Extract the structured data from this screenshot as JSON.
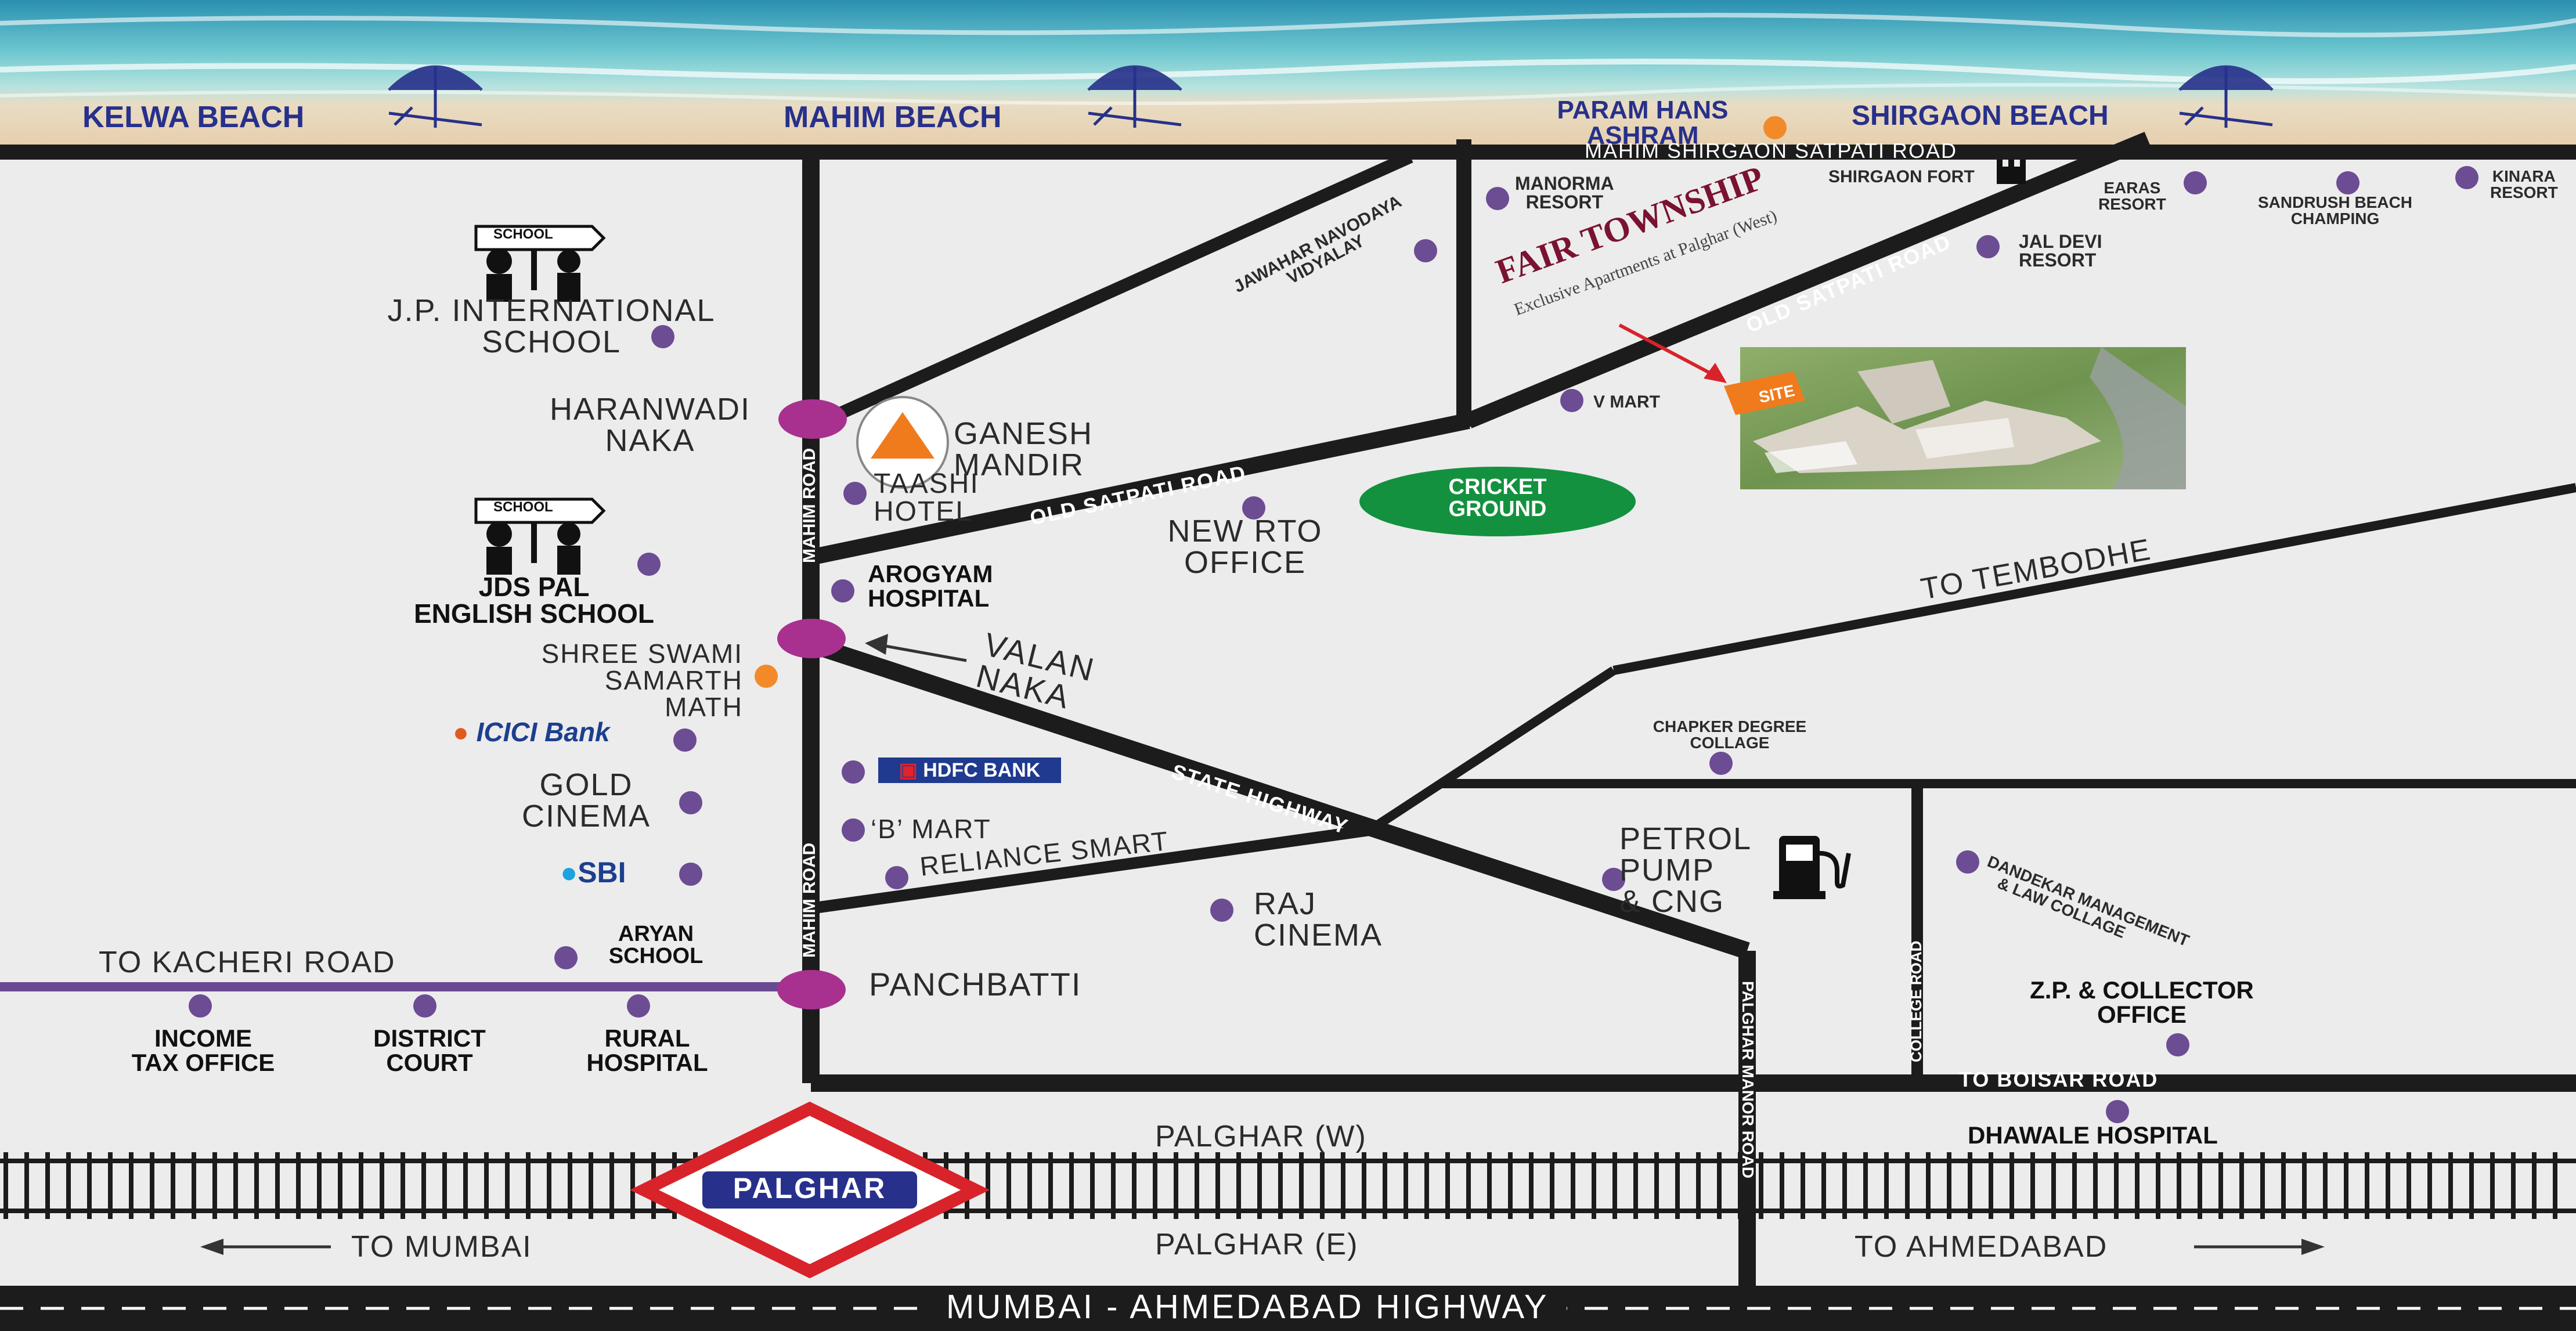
{
  "beaches": [
    {
      "id": "kelwa",
      "label": "KELWA BEACH"
    },
    {
      "id": "mahim",
      "label": "MAHIM BEACH"
    },
    {
      "id": "shirgaon",
      "label": "SHIRGAON BEACH"
    }
  ],
  "top": {
    "ashram": [
      "PARAM HANS",
      "ASHRAM"
    ],
    "road_top": "MAHIM SHIRGAON SATPATI ROAD"
  },
  "places": {
    "manorma": [
      "MANORMA",
      "RESORT"
    ],
    "shirgaon_fort": "SHIRGAON FORT",
    "earas": [
      "EARAS",
      "RESORT"
    ],
    "sandrush": [
      "SANDRUSH BEACH",
      "CHAMPING"
    ],
    "kinara": [
      "KINARA",
      "RESORT"
    ],
    "jal_devi": [
      "JAL DEVI",
      "RESORT"
    ],
    "jawahar": [
      "JAWAHAR NAVODAYA",
      "VIDYALAY"
    ],
    "vmart": "V MART",
    "site": "SITE",
    "jp_school": [
      "J.P. INTERNATIONAL",
      "SCHOOL"
    ],
    "haranwadi": [
      "HARANWADI",
      "NAKA"
    ],
    "ganesh": [
      "GANESH",
      "MANDIR"
    ],
    "taashi": [
      "TAASHI",
      "HOTEL"
    ],
    "new_rto": [
      "NEW RTO",
      "OFFICE"
    ],
    "cricket": [
      "CRICKET",
      "GROUND"
    ],
    "jds": [
      "JDS PAL",
      "ENGLISH SCHOOL"
    ],
    "arogyam": [
      "AROGYAM",
      "HOSPITAL"
    ],
    "shree_swami": [
      "SHREE SWAMI",
      "SAMARTH",
      "MATH"
    ],
    "valan": [
      "VALAN",
      "NAKA"
    ],
    "icici": "ICICI Bank",
    "hdfc": "HDFC BANK",
    "gold": [
      "GOLD",
      "CINEMA"
    ],
    "b_mart": "‘B’ MART",
    "reliance": "RELIANCE SMART",
    "sbi": "SBI",
    "aryan": [
      "ARYAN",
      "SCHOOL"
    ],
    "raj": [
      "RAJ",
      "CINEMA"
    ],
    "petrol": [
      "PETROL",
      "PUMP",
      "& CNG"
    ],
    "chapker": [
      "CHAPKER DEGREE",
      "COLLAGE"
    ],
    "dandekar": [
      "DANDEKAR MANAGEMENT",
      "& LAW COLLAGE"
    ],
    "zp": [
      "Z.P. & COLLECTOR",
      "OFFICE"
    ],
    "panchbatti": "PANCHBATTI",
    "income_tax": [
      "INCOME",
      "TAX OFFICE"
    ],
    "district": [
      "DISTRICT",
      "COURT"
    ],
    "rural": [
      "RURAL",
      "HOSPITAL"
    ],
    "dhawale": "DHAWALE HOSPITAL",
    "school_sign": "SCHOOL"
  },
  "roads": {
    "old_satpati_1": "OLD SATPATI ROAD",
    "old_satpati_2": "OLD SATPATI ROAD",
    "mahim_road_1": "MAHIM ROAD",
    "mahim_road_2": "MAHIM ROAD",
    "state_highway": "STATE HIGHWAY",
    "to_tembodhe": "TO TEMBODHE",
    "to_kacheri": "TO KACHERI ROAD",
    "college_road": "COLLEGE ROAD",
    "palghar_manor": "PALGHAR MANOR ROAD",
    "to_boisar": "TO BOISAR ROAD",
    "palghar_w": "PALGHAR (W)",
    "palghar_e": "PALGHAR (E)",
    "to_mumbai": "TO MUMBAI",
    "to_ahmedabad": "TO AHMEDABAD",
    "highway": "MUMBAI - AHMEDABAD HIGHWAY"
  },
  "project": {
    "name": "FAIR TOWNSHIP",
    "tagline": "Exclusive Apartments at Palghar (West)"
  },
  "station": "PALGHAR",
  "colors": {
    "road": "#1c1c1c",
    "dot": "#6c4c93",
    "naka": "#a8318f",
    "cricket": "#13913f",
    "beach_label": "#27308a",
    "project": "#7a1230",
    "station_red": "#d8232a",
    "station_blue": "#27308a"
  }
}
